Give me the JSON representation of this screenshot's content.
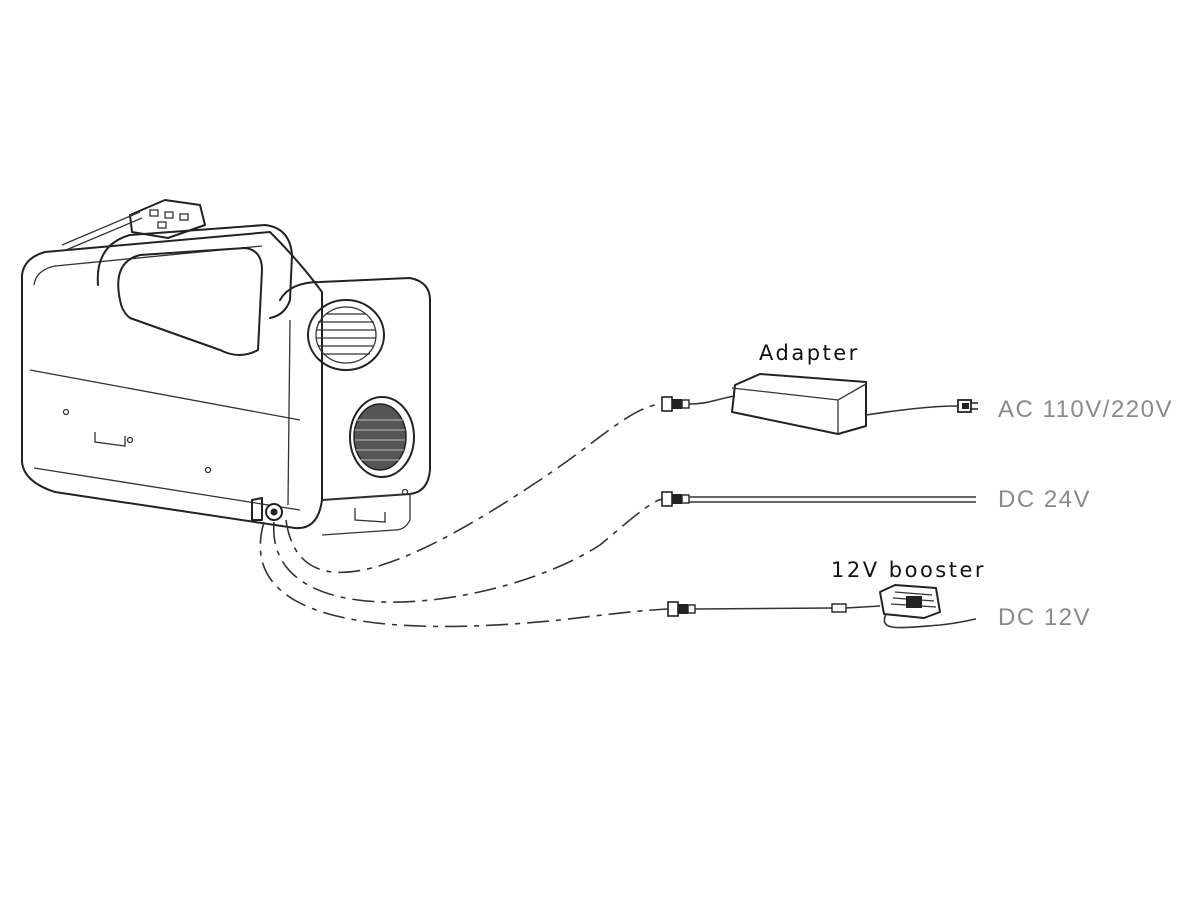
{
  "labels": {
    "adapter": "Adapter",
    "booster": "12V booster",
    "ac": "AC 110V/220V",
    "dc24": "DC  24V",
    "dc12": "DC  12V"
  },
  "colors": {
    "line": "#222222",
    "label_dark": "#111111",
    "label_gray": "#8a8a8a"
  }
}
